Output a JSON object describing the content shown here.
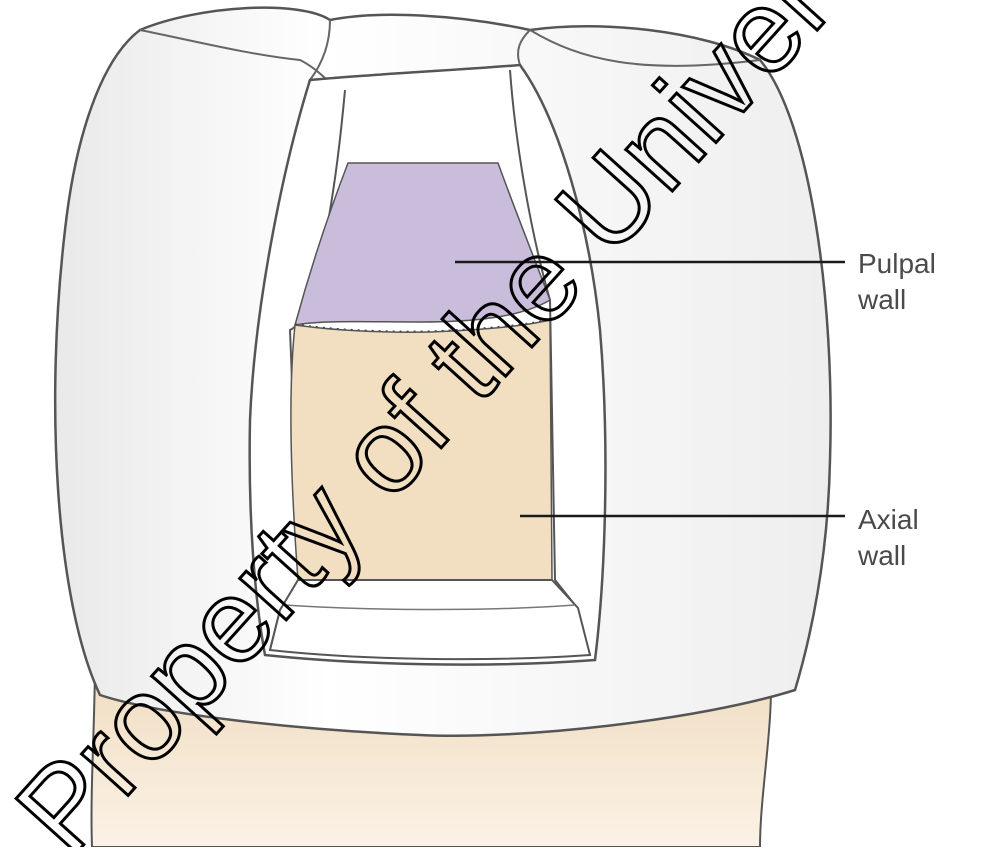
{
  "labels": {
    "pulpal": {
      "line1": "Pulpal",
      "line2": "wall"
    },
    "axial": {
      "line1": "Axial",
      "line2": "wall"
    }
  },
  "watermark": {
    "text": "Property of the University of Manitoba"
  },
  "colors": {
    "enamel_fill": "#ffffff",
    "outline": "#4d4d4d",
    "pulpal_wall": "#c9bddb",
    "axial_wall": "#f2dfc2",
    "root": "#f2dfc2",
    "leader_line": "#1a1a1a"
  }
}
